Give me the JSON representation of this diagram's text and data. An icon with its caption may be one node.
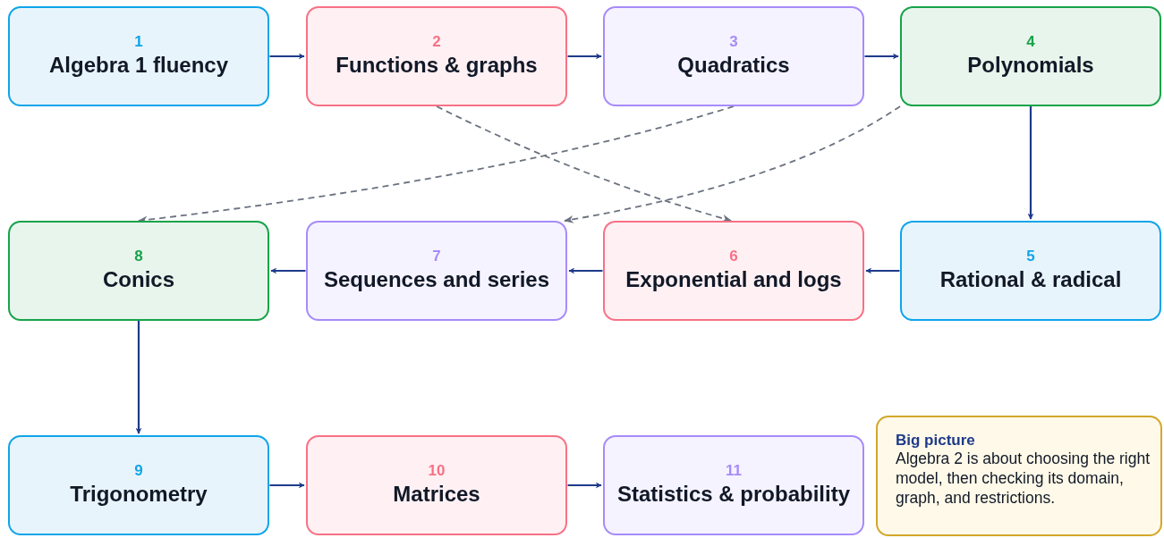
{
  "diagram": {
    "nodes": [
      {
        "text": [
          "1",
          "Algebra 1 fluency"
        ]
      },
      {
        "text": [
          "2",
          "Functions & graphs"
        ]
      },
      {
        "text": [
          "3",
          "Quadratics"
        ]
      },
      {
        "text": [
          "4",
          "Polynomials"
        ]
      },
      {
        "text": [
          "5",
          "Rational & radical"
        ]
      },
      {
        "text": [
          "6",
          "Exponential and logs"
        ]
      },
      {
        "text": [
          "7",
          "Sequences and series"
        ]
      },
      {
        "text": [
          "8",
          "Conics"
        ]
      },
      {
        "text": [
          "9",
          "Trigonometry"
        ]
      },
      {
        "text": [
          "10",
          "Matrices"
        ]
      },
      {
        "text": [
          "11",
          "Statistics & probability"
        ]
      },
      {
        "text": [
          "Big picture",
          "Algebra 2 is about choosing the right model, then checking its domain, graph, and restrictions."
        ]
      }
    ],
    "edges": [
      {
        "from": 0,
        "to": 1,
        "arrow": "to"
      },
      {
        "from": 1,
        "to": 2,
        "arrow": "to"
      },
      {
        "from": 2,
        "to": 3,
        "arrow": "to"
      },
      {
        "from": 3,
        "to": 4,
        "arrow": "to"
      },
      {
        "from": 4,
        "to": 5,
        "arrow": "to"
      },
      {
        "from": 5,
        "to": 6,
        "arrow": "to"
      },
      {
        "from": 6,
        "to": 7,
        "arrow": "to"
      },
      {
        "from": 7,
        "to": 8,
        "arrow": "to"
      },
      {
        "from": 8,
        "to": 9,
        "arrow": "to"
      },
      {
        "from": 9,
        "to": 10,
        "arrow": "to"
      },
      {
        "from": 1,
        "to": 5,
        "arrow": "to",
        "style": "dashed",
        "color": "#6b7280"
      },
      {
        "from": 2,
        "to": 7,
        "arrow": "to",
        "style": "dashed",
        "color": "#6b7280"
      },
      {
        "from": 3,
        "to": 6,
        "arrow": "to",
        "style": "dashed",
        "color": "#6b7280"
      }
    ]
  }
}
